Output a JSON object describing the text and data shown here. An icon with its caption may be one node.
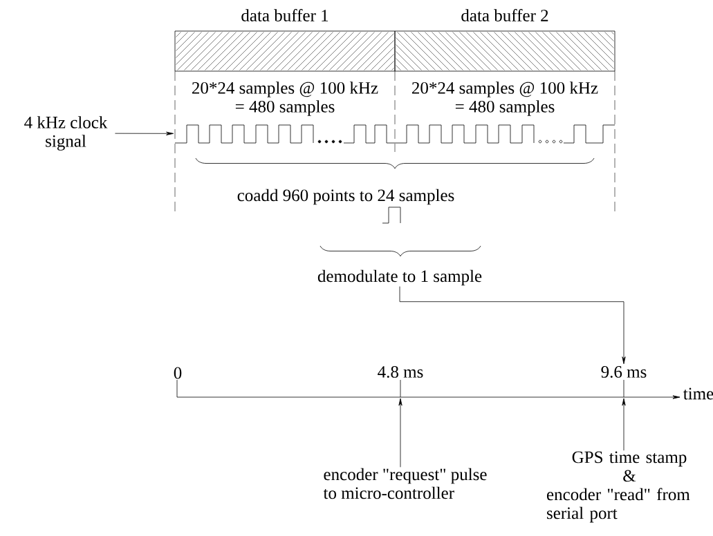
{
  "diagram": {
    "nodes": [
      {
        "text": [
          "data buffer 1"
        ]
      },
      {
        "text": [
          "data buffer 2"
        ]
      },
      {
        "text": [
          "4 kHz clock signal"
        ]
      },
      {
        "text": [],
        "shape": "picture"
      },
      {
        "text": [
          "demodulate to 1 sample"
        ]
      },
      {
        "text": [
          "9.6 ms"
        ]
      },
      {
        "text": [
          "encoder \"request\" pulse to micro-controller"
        ]
      },
      {
        "text": [
          "GPS time stamp",
          "&",
          "encoder \"read\" from serial port"
        ]
      },
      {
        "text": [
          "4.8 ms"
        ]
      }
    ],
    "edges": [
      {
        "from": 2,
        "to": 3,
        "arrow": "to"
      },
      {
        "from": 4,
        "to": 5,
        "arrow": "to"
      },
      {
        "from": 6,
        "to": 8,
        "arrow": "to"
      },
      {
        "from": 7,
        "to": 5,
        "arrow": "to"
      }
    ],
    "labels": [
      "20*24 samples @ 100 kHz = 480 samples",
      "20*24 samples @ 100 kHz = 480 samples",
      "coadd 960 points to 24 samples",
      "0",
      "time"
    ]
  }
}
